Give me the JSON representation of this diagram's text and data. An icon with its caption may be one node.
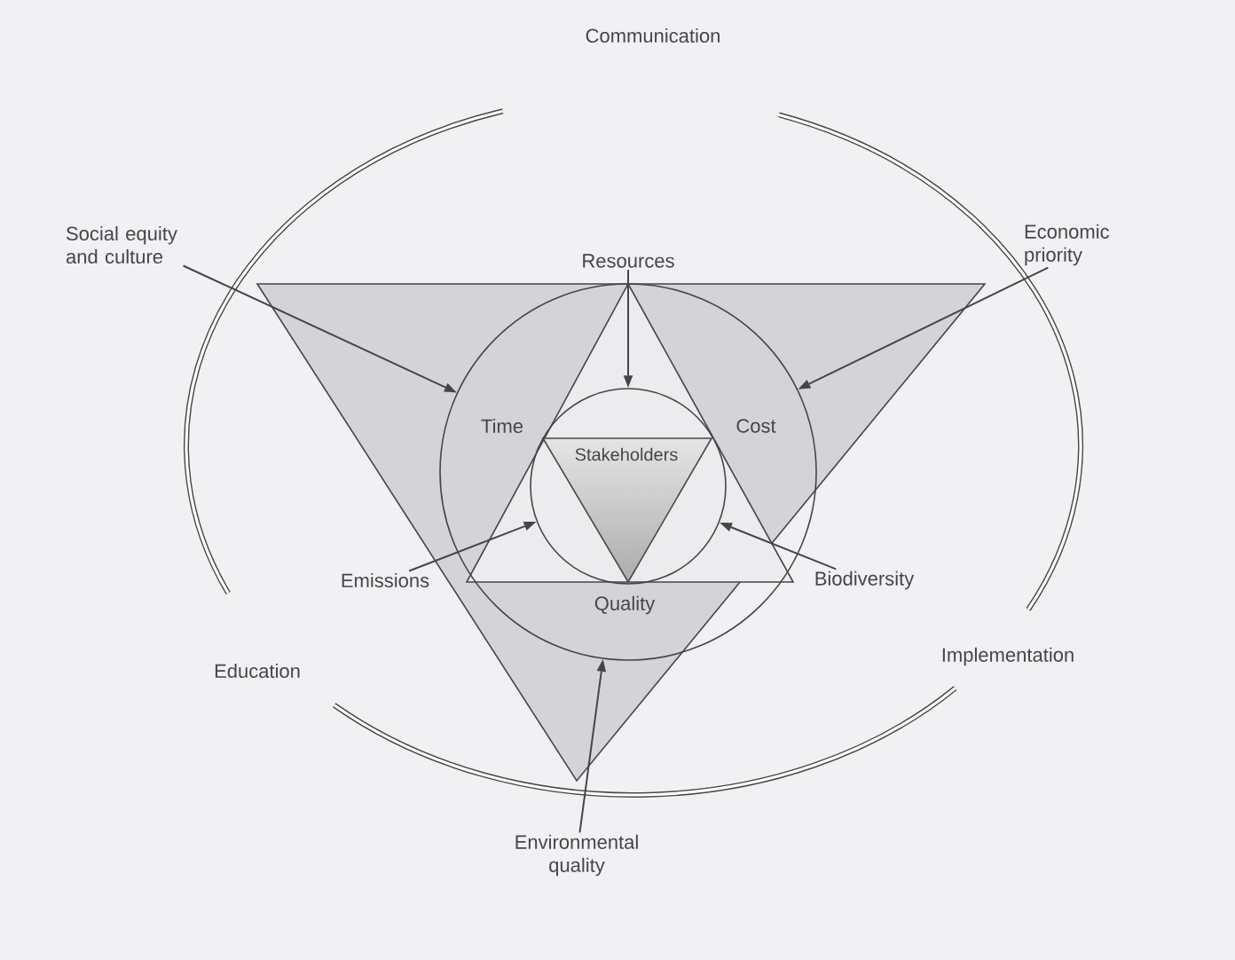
{
  "diagram": {
    "nodes": [
      {
        "text": [
          "Social equity and culture"
        ]
      },
      {
        "text": [
          "Economic priority"
        ]
      },
      {
        "text": [
          "Environmental quality"
        ]
      },
      {
        "text": [],
        "shape": "circle"
      },
      {
        "text": [
          "Resources"
        ]
      },
      {
        "text": [
          "Emissions"
        ]
      },
      {
        "text": [
          "Biodiversity"
        ]
      },
      {
        "text": [],
        "shape": "circle",
        "in": 3
      },
      {
        "text": [
          "Stakeholders"
        ],
        "in": 7
      }
    ],
    "edges": [
      {
        "from": 0,
        "to": 3,
        "arrow": "to"
      },
      {
        "from": 1,
        "to": 3,
        "arrow": "to"
      },
      {
        "from": 2,
        "to": 3,
        "arrow": "to"
      },
      {
        "from": 4,
        "to": 7,
        "arrow": "to"
      },
      {
        "from": 5,
        "to": 7,
        "arrow": "to"
      },
      {
        "from": 6,
        "to": 7,
        "arrow": "to"
      }
    ],
    "labels": [
      "Communication",
      "Education",
      "Implementation",
      "Time",
      "Cost",
      "Quality"
    ]
  }
}
